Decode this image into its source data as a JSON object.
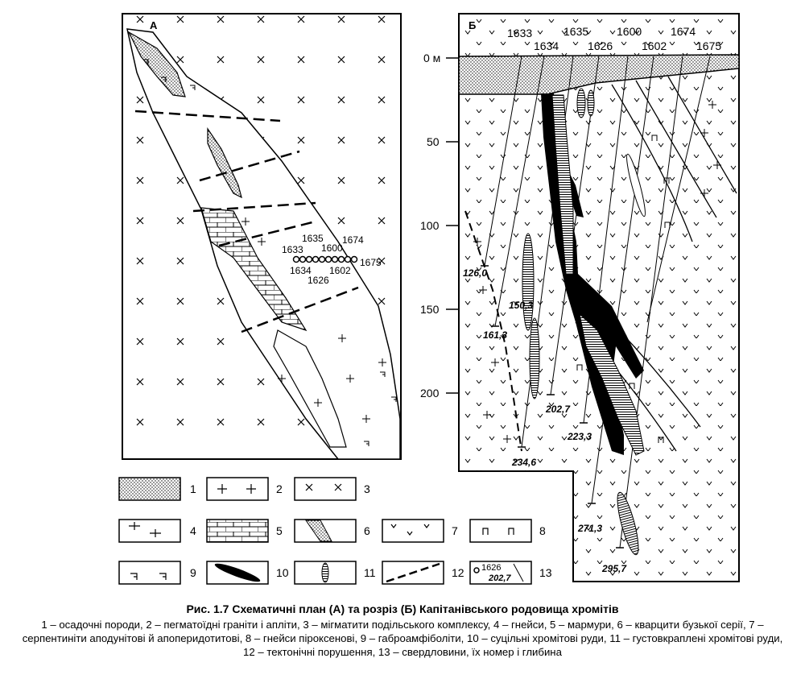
{
  "panel_a": {
    "letter": "А",
    "wells_top": [
      "1633",
      "1635",
      "1600",
      "1674"
    ],
    "wells_bottom": [
      "1634",
      "1626",
      "1602",
      "1675"
    ]
  },
  "panel_b": {
    "letter": "Б",
    "wells_row1": [
      "1633",
      "1635",
      "1600",
      "1674"
    ],
    "wells_row2": [
      "1634",
      "1626",
      "1602",
      "1675"
    ],
    "depth_labels": [
      "0 м",
      "50",
      "100",
      "150",
      "200"
    ],
    "well_depths": [
      "126,0",
      "150,3",
      "161,3",
      "202,7",
      "223,3",
      "234,6",
      "271,3",
      "295,7"
    ]
  },
  "legend": {
    "numbers": [
      "1",
      "2",
      "3",
      "4",
      "5",
      "6",
      "7",
      "8",
      "9",
      "10",
      "11",
      "12",
      "13"
    ],
    "well_sample_number": "1626",
    "well_sample_depth": "202,7"
  },
  "caption": {
    "title": "Рис. 1.7 Схематичні план (А) та розріз (Б) Капітанівського родовища хромітів",
    "description": "1 – осадочні породи, 2 – пегматоїдні граніти і апліти, 3  – мігматити подільського комплексу, 4 – гнейси, 5 – мармури, 6 – кварцити бузької серії, 7 – серпентиніти аподунітові й апоперидотитові,  8 – гнейси піроксенові, 9 – габроамфіболіти, 10 – суцільні хромітові руди, 11 – густовкраплені хромітові руди, 12 – тектонічні порушення, 13 – свердловини, їх номер і глибина"
  }
}
